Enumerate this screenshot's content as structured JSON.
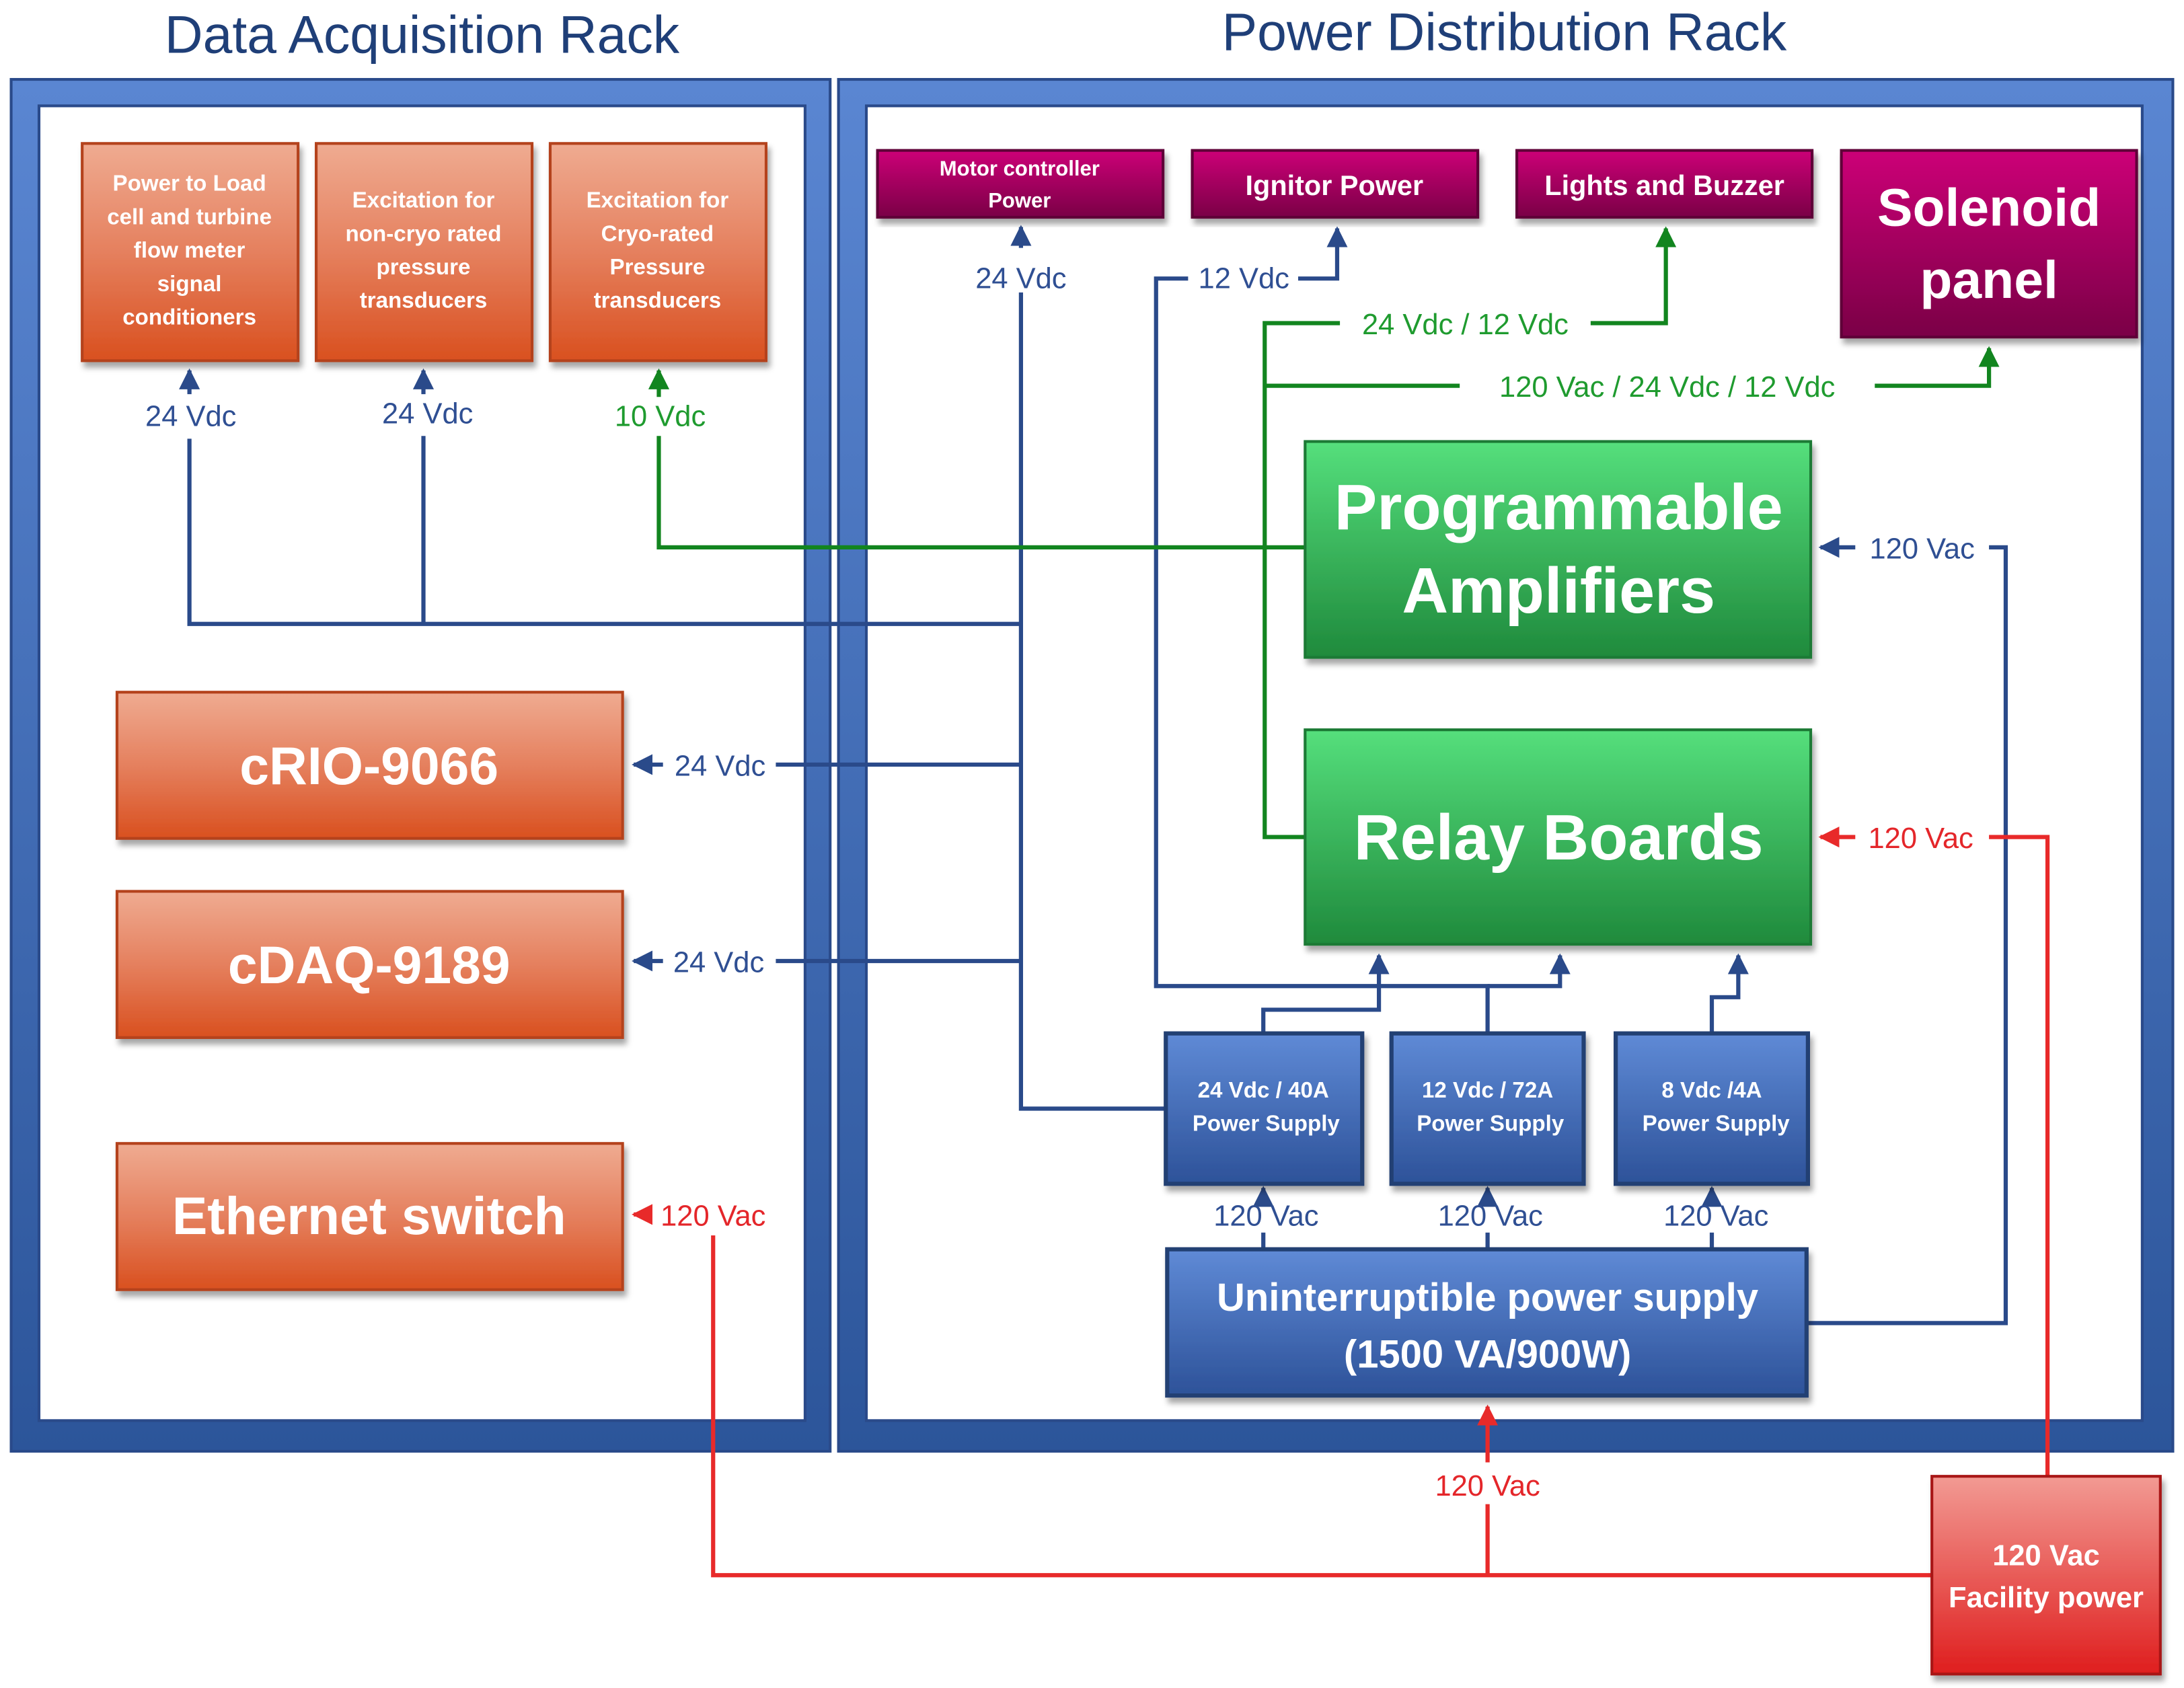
{
  "titles": {
    "daq_rack": "Data Acquisition Rack",
    "power_rack": "Power Distribution Rack"
  },
  "colors": {
    "rack_frame": "#4f7acb",
    "rack_frame_dark": "#2c559a",
    "daq_box_top": "#efab91",
    "daq_box_bottom": "#d9501f",
    "load_box_top": "#cc0077",
    "load_box_bottom": "#7a0046",
    "amp_box_top": "#55df7c",
    "amp_box_bottom": "#1f8a3c",
    "supply_box_top": "#5f8ad6",
    "supply_box_bottom": "#2d5299",
    "facility_box_top": "#f29a93",
    "facility_box_bottom": "#df1e1e",
    "dc_wire": "#2a4a8a",
    "signal_wire": "#12851f",
    "ac_wire": "#e82a2a"
  },
  "daq_rack": {
    "conditioner_boxes": [
      {
        "lines": [
          "Power to Load",
          "cell and turbine",
          "flow meter",
          "signal",
          "conditioners"
        ],
        "input": "24 Vdc"
      },
      {
        "lines": [
          "Excitation for",
          "non-cryo rated",
          "pressure",
          "transducers"
        ],
        "input": "24 Vdc"
      },
      {
        "lines": [
          "Excitation for",
          "Cryo-rated",
          "Pressure",
          "transducers"
        ],
        "input": "10 Vdc"
      }
    ],
    "crio": {
      "label": "cRIO-9066",
      "input": "24 Vdc"
    },
    "cdaq": {
      "label": "cDAQ-9189",
      "input": "24 Vdc"
    },
    "ethernet": {
      "label": "Ethernet switch",
      "input": "120 Vac"
    }
  },
  "power_rack": {
    "motor_controller": {
      "lines": [
        "Motor controller",
        "Power"
      ],
      "input": "24 Vdc"
    },
    "ignitor": {
      "label": "Ignitor Power",
      "input": "12 Vdc"
    },
    "lights": {
      "label": "Lights and Buzzer",
      "input": "24 Vdc / 12 Vdc"
    },
    "solenoid": {
      "lines": [
        "Solenoid",
        "panel"
      ],
      "input": "120 Vac / 24 Vdc / 12 Vdc"
    },
    "amplifiers": {
      "lines": [
        "Programmable",
        "Amplifiers"
      ],
      "input": "120 Vac"
    },
    "relay_boards": {
      "label": "Relay Boards",
      "input": "120 Vac"
    },
    "power_supplies": [
      {
        "lines": [
          "24 Vdc / 40A",
          "Power Supply"
        ],
        "input": "120 Vac"
      },
      {
        "lines": [
          "12 Vdc / 72A",
          "Power Supply"
        ],
        "input": "120 Vac"
      },
      {
        "lines": [
          "8 Vdc /4A",
          "Power Supply"
        ],
        "input": "120 Vac"
      }
    ],
    "ups": {
      "lines": [
        "Uninterruptible power supply",
        "(1500 VA/900W)"
      ],
      "input": "120 Vac"
    }
  },
  "facility": {
    "lines": [
      "120 Vac",
      "Facility power"
    ]
  }
}
